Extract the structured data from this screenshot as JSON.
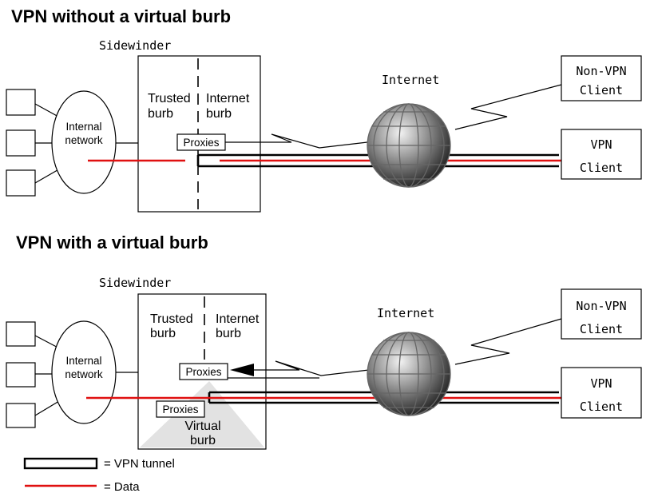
{
  "diagram_top": {
    "title": "VPN without a virtual burb",
    "firewall_label": "Sidewinder",
    "trusted_burb": [
      "Trusted",
      "burb"
    ],
    "internet_burb": [
      "Internet",
      "burb"
    ],
    "proxies": "Proxies",
    "internal_network": [
      "Internal",
      "network"
    ],
    "internet_label": "Internet",
    "non_vpn_client": [
      "Non-VPN",
      "Client"
    ],
    "vpn_client": [
      "VPN",
      "Client"
    ]
  },
  "diagram_bottom": {
    "title": "VPN with a virtual burb",
    "firewall_label": "Sidewinder",
    "trusted_burb": [
      "Trusted",
      "burb"
    ],
    "internet_burb": [
      "Internet",
      "burb"
    ],
    "proxies": "Proxies",
    "virtual_proxies": "Proxies",
    "virtual_burb": [
      "Virtual",
      "burb"
    ],
    "internal_network": [
      "Internal",
      "network"
    ],
    "internet_label": "Internet",
    "non_vpn_client": [
      "Non-VPN",
      "Client"
    ],
    "vpn_client": [
      "VPN",
      "Client"
    ]
  },
  "legend": {
    "vpn_tunnel": "= VPN tunnel",
    "data": "= Data"
  },
  "colors": {
    "data_line": "#e01010",
    "virtual_burb_fill": "#e2e2e2"
  }
}
